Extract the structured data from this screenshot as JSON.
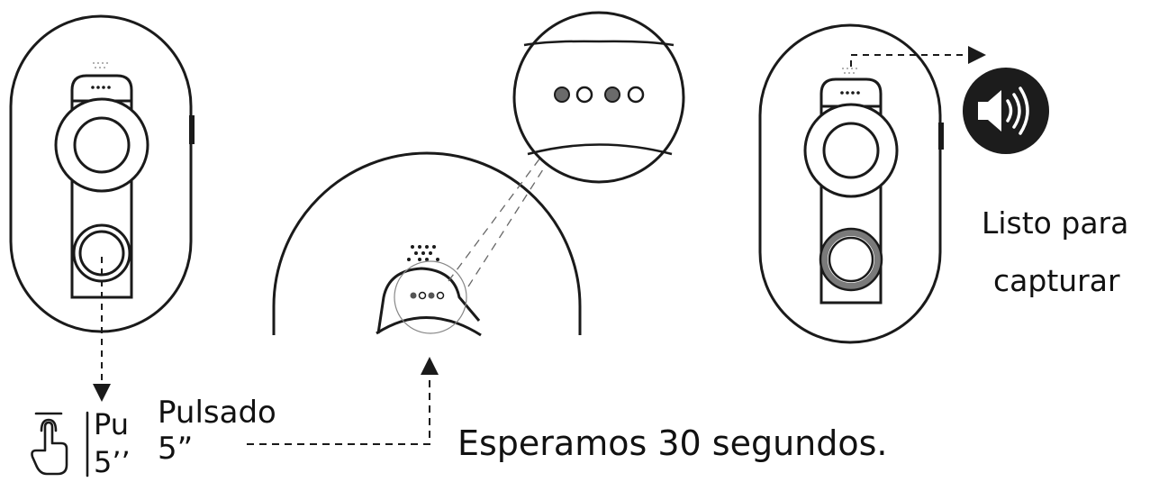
{
  "step1": {
    "press_label_line1": "Pulsado",
    "press_label_line2": "5”",
    "icon_label_line1": "Pu",
    "icon_label_line2": "5’’",
    "touch_icon": "hand-pointer-tap-icon"
  },
  "step2": {
    "wait_label": "Esperamos 30 segundos.",
    "led_zoom_icon": "led-indicator-zoom-icon"
  },
  "step3": {
    "ready_label_line1": "Listo para",
    "ready_label_line2": "capturar",
    "sound_icon": "speaker-sound-icon"
  },
  "colors": {
    "stroke": "#1a1a1a",
    "led_active": "#555555",
    "speaker_bg": "#1c1c1c",
    "ring_highlight": "#7a7a7a"
  }
}
